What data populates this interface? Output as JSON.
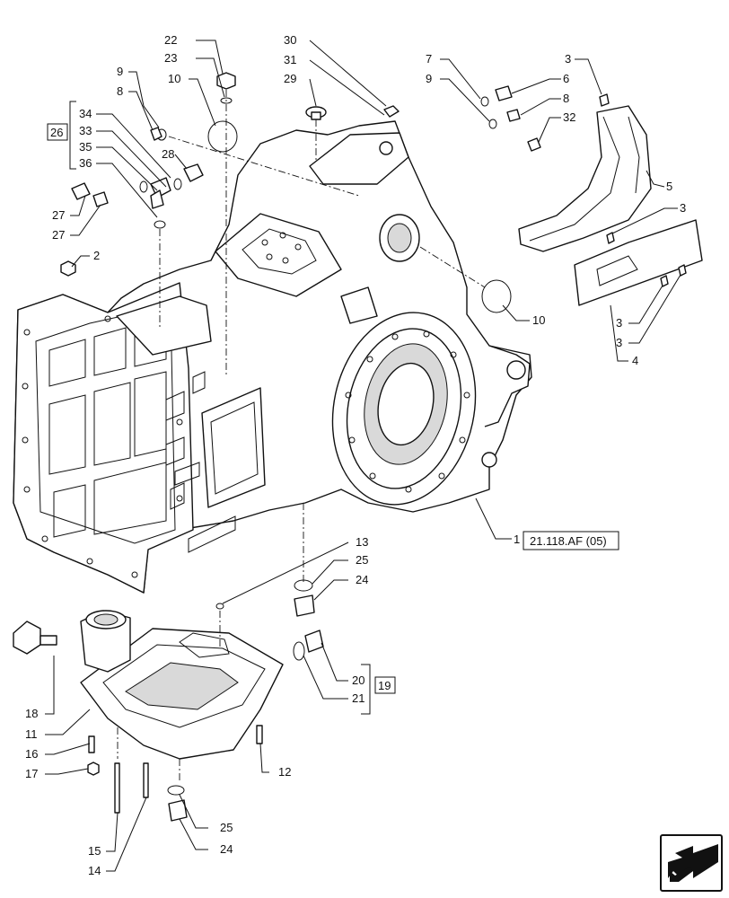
{
  "diagram": {
    "callouts": [
      {
        "id": "c22",
        "text": "22"
      },
      {
        "id": "c23",
        "text": "23"
      },
      {
        "id": "c30",
        "text": "30"
      },
      {
        "id": "c31",
        "text": "31"
      },
      {
        "id": "c29",
        "text": "29"
      },
      {
        "id": "c7",
        "text": "7"
      },
      {
        "id": "c9a",
        "text": "9"
      },
      {
        "id": "c6",
        "text": "6"
      },
      {
        "id": "c8a",
        "text": "8"
      },
      {
        "id": "c32",
        "text": "32"
      },
      {
        "id": "c3a",
        "text": "3"
      },
      {
        "id": "c9b",
        "text": "9"
      },
      {
        "id": "c10a",
        "text": "10"
      },
      {
        "id": "c8b",
        "text": "8"
      },
      {
        "id": "c34",
        "text": "34"
      },
      {
        "id": "c33",
        "text": "33"
      },
      {
        "id": "c35",
        "text": "35"
      },
      {
        "id": "c28",
        "text": "28"
      },
      {
        "id": "c36",
        "text": "36"
      },
      {
        "id": "c27a",
        "text": "27"
      },
      {
        "id": "c27b",
        "text": "27"
      },
      {
        "id": "c2",
        "text": "2"
      },
      {
        "id": "c5",
        "text": "5"
      },
      {
        "id": "c3b",
        "text": "3"
      },
      {
        "id": "c10b",
        "text": "10"
      },
      {
        "id": "c3c",
        "text": "3"
      },
      {
        "id": "c3d",
        "text": "3"
      },
      {
        "id": "c4",
        "text": "4"
      },
      {
        "id": "c1",
        "text": "1"
      },
      {
        "id": "c13",
        "text": "13"
      },
      {
        "id": "c25a",
        "text": "25"
      },
      {
        "id": "c24a",
        "text": "24"
      },
      {
        "id": "c20",
        "text": "20"
      },
      {
        "id": "c21",
        "text": "21"
      },
      {
        "id": "c18",
        "text": "18"
      },
      {
        "id": "c11",
        "text": "11"
      },
      {
        "id": "c16",
        "text": "16"
      },
      {
        "id": "c17",
        "text": "17"
      },
      {
        "id": "c12",
        "text": "12"
      },
      {
        "id": "c15",
        "text": "15"
      },
      {
        "id": "c14",
        "text": "14"
      },
      {
        "id": "c25b",
        "text": "25"
      },
      {
        "id": "c24b",
        "text": "24"
      }
    ],
    "group_refs": {
      "kit_26": "26",
      "kit_19": "19",
      "cross_reference": "21.118.AF (05)"
    },
    "icons": {
      "navigation": "arrow-return-icon"
    }
  }
}
